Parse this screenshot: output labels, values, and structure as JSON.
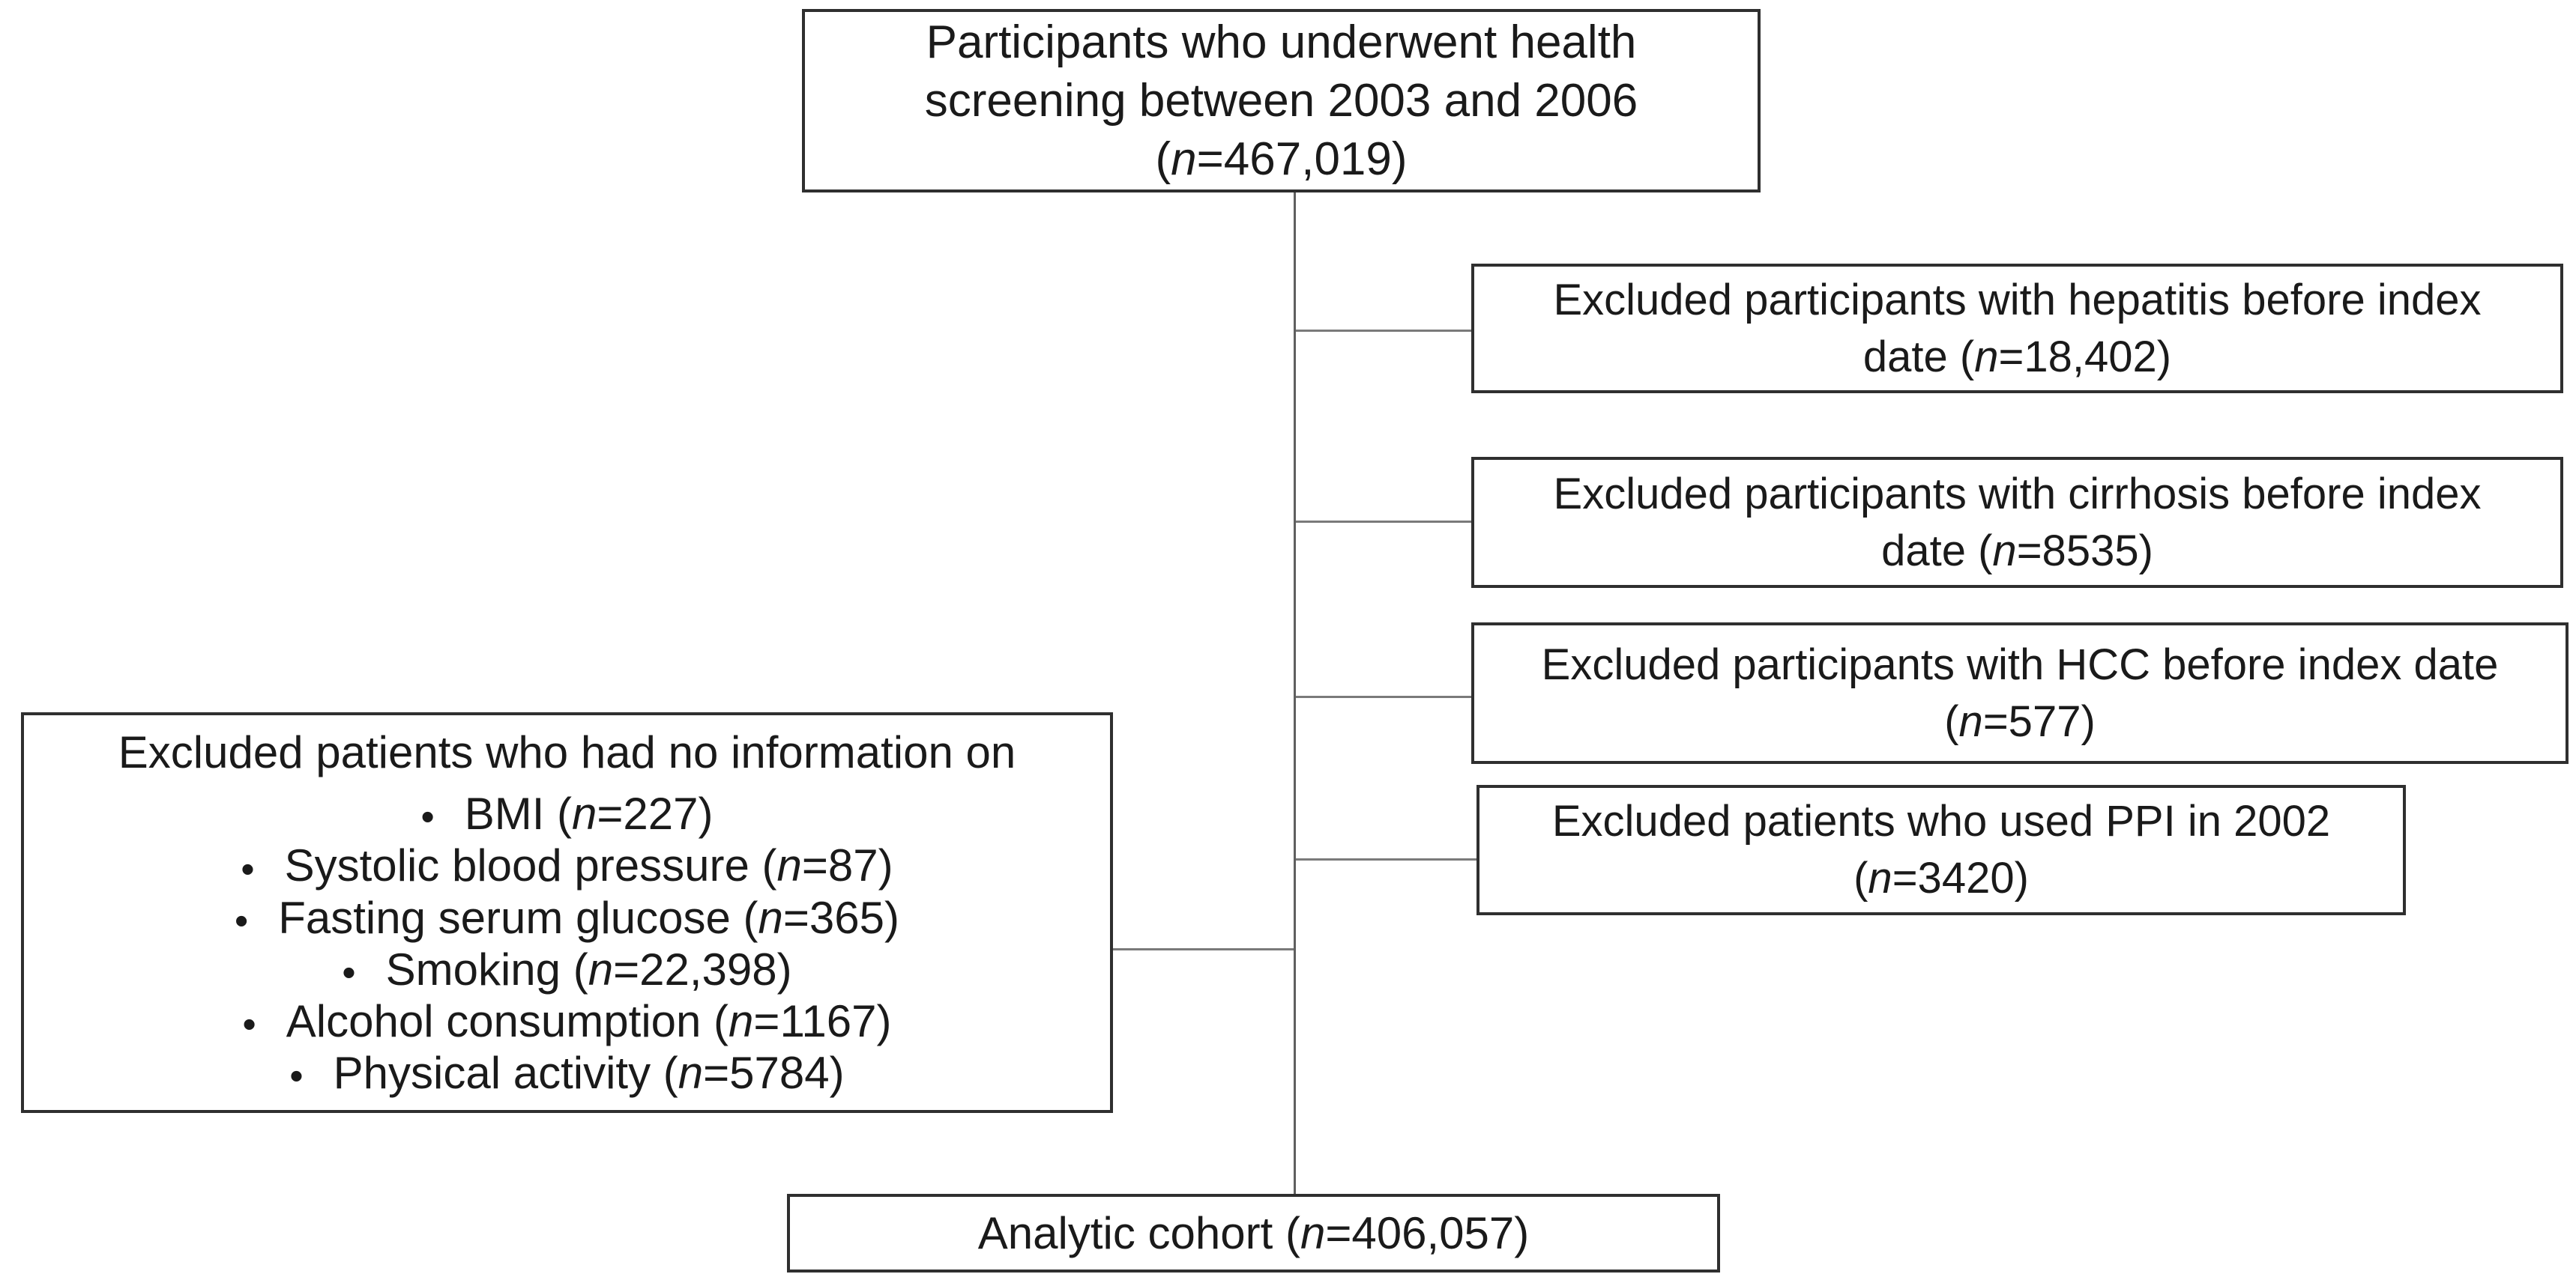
{
  "figure": {
    "top_box": {
      "lines": [
        "Participants who underwent health",
        "screening between 2003 and 2006",
        "(*n*=467,019)"
      ]
    },
    "exclusion_boxes": [
      {
        "id": "hepatitis",
        "lines": [
          "Excluded participants with hepatitis before index",
          "date (*n*=18,402)"
        ]
      },
      {
        "id": "cirrhosis",
        "lines": [
          "Excluded participants with cirrhosis before index",
          "date (*n*=8535)"
        ]
      },
      {
        "id": "hcc",
        "lines": [
          "Excluded participants with HCC before index date",
          "(*n*=577)"
        ]
      },
      {
        "id": "ppi",
        "lines": [
          "Excluded patients who used PPI in 2002",
          "(*n*=3420)"
        ]
      }
    ],
    "no_info_box": {
      "title": "Excluded patients who had no information on",
      "bullet": "•",
      "items": [
        "BMI (*n*=227)",
        "Systolic blood pressure (*n*=87)",
        "Fasting serum glucose (*n*=365)",
        "Smoking (*n*=22,398)",
        "Alcohol consumption (*n*=1167)",
        "Physical activity (*n*=5784)"
      ]
    },
    "bottom_box": {
      "lines": [
        "Analytic cohort (*n*=406,057)"
      ]
    }
  }
}
